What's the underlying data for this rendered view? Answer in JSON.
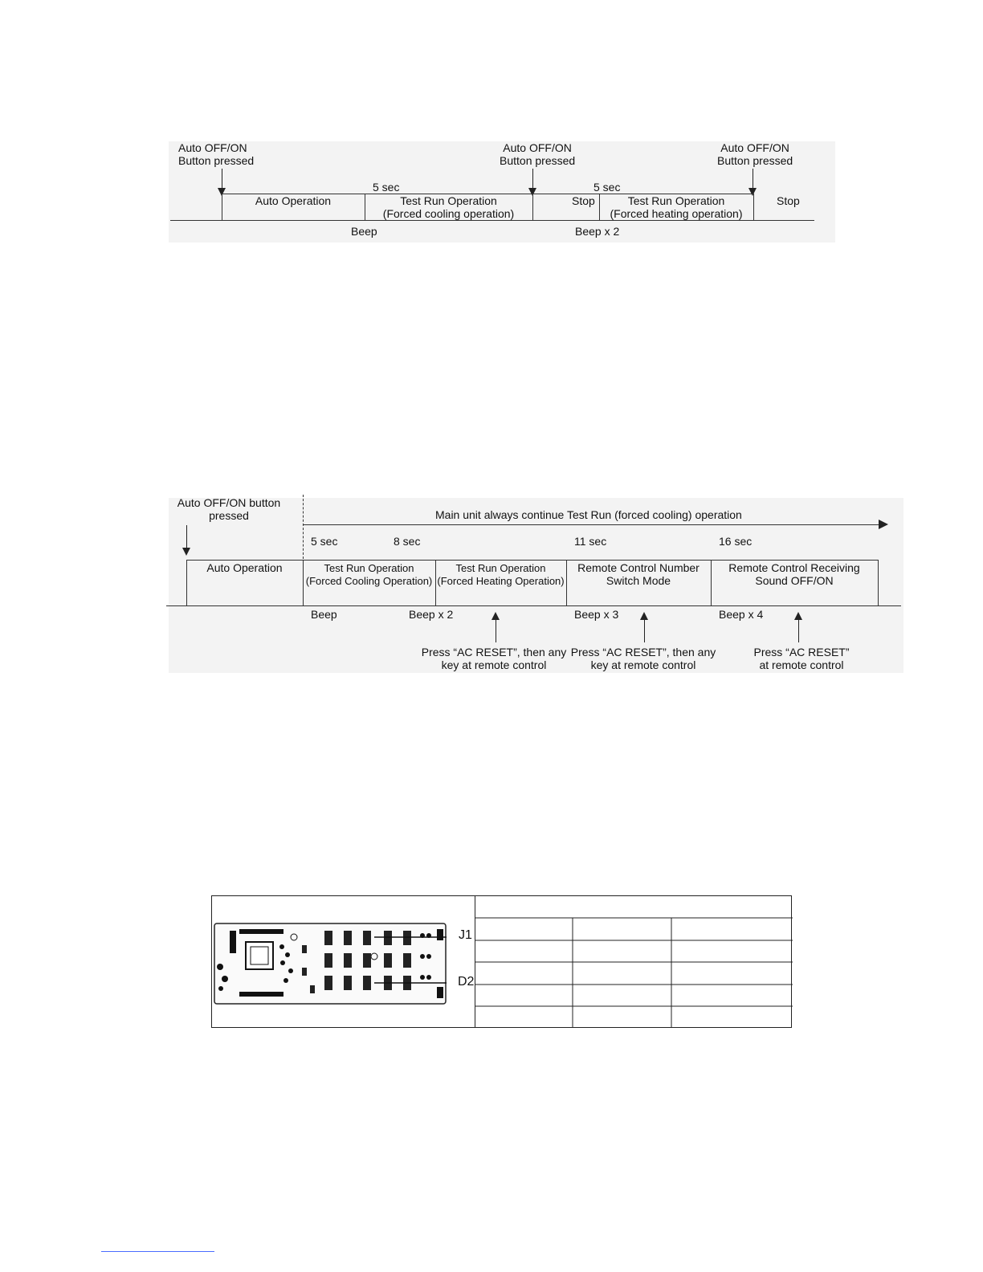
{
  "diagram1": {
    "press_labels": [
      {
        "line1": "Auto OFF/ON",
        "line2": "Button pressed"
      },
      {
        "line1": "Auto OFF/ON",
        "line2": "Button pressed"
      },
      {
        "line1": "Auto OFF/ON",
        "line2": "Button pressed"
      }
    ],
    "time_marks": [
      "5 sec",
      "5 sec"
    ],
    "segments": [
      {
        "line1": "Auto Operation",
        "line2": ""
      },
      {
        "line1": "Test Run Operation",
        "line2": "(Forced cooling operation)"
      },
      {
        "line1": "Stop",
        "line2": ""
      },
      {
        "line1": "Test Run Operation",
        "line2": "(Forced heating operation)"
      },
      {
        "line1": "Stop",
        "line2": ""
      }
    ],
    "beeps": [
      "Beep",
      "Beep x 2"
    ]
  },
  "diagram2": {
    "press_label": {
      "line1": "Auto OFF/ON button",
      "line2": "pressed"
    },
    "banner": "Main unit always continue Test Run (forced cooling) operation",
    "time_marks": [
      "5 sec",
      "8 sec",
      "11 sec",
      "16 sec"
    ],
    "segments": [
      {
        "line1": "Auto Operation",
        "line2": ""
      },
      {
        "line1": "Test Run Operation",
        "line2": "(Forced Cooling Operation)"
      },
      {
        "line1": "Test Run Operation",
        "line2": "(Forced Heating Operation)"
      },
      {
        "line1": "Remote Control Number",
        "line2": "Switch Mode"
      },
      {
        "line1": "Remote Control Receiving",
        "line2": "Sound OFF/ON"
      }
    ],
    "beeps": [
      "Beep",
      "Beep x 2",
      "Beep x 3",
      "Beep x 4"
    ],
    "instructions": [
      {
        "line1": "Press “AC RESET”, then any",
        "line2": "key at remote control"
      },
      {
        "line1": "Press “AC RESET”, then any",
        "line2": "key at remote control"
      },
      {
        "line1": "Press “AC RESET”",
        "line2": "at remote control"
      }
    ]
  },
  "pcb": {
    "labels": [
      "J1",
      "D2"
    ]
  }
}
